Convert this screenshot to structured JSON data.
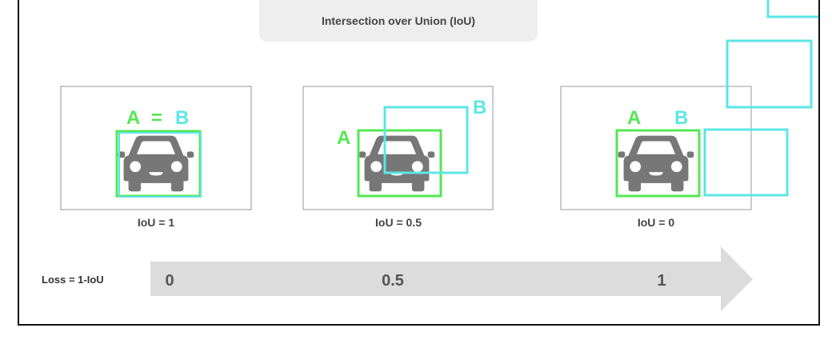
{
  "title": "Intersection over Union (IoU)",
  "panels": [
    {
      "box_a_label": "A",
      "equals": "=",
      "box_b_label": "B",
      "iou_label": "IoU = 1"
    },
    {
      "box_a_label": "A",
      "box_b_label": "B",
      "iou_label": "IoU = 0.5"
    },
    {
      "box_a_label": "A",
      "box_b_label": "B",
      "iou_label": "IoU = 0"
    }
  ],
  "loss": {
    "label": "Loss = 1-IoU",
    "ticks": [
      "0",
      "0.5",
      "1"
    ]
  },
  "colors": {
    "box_a": "#53e853",
    "box_b": "#5ee6e6",
    "car": "#777777",
    "arrow": "#dcdcdc"
  },
  "icons": [
    "car-icon"
  ]
}
